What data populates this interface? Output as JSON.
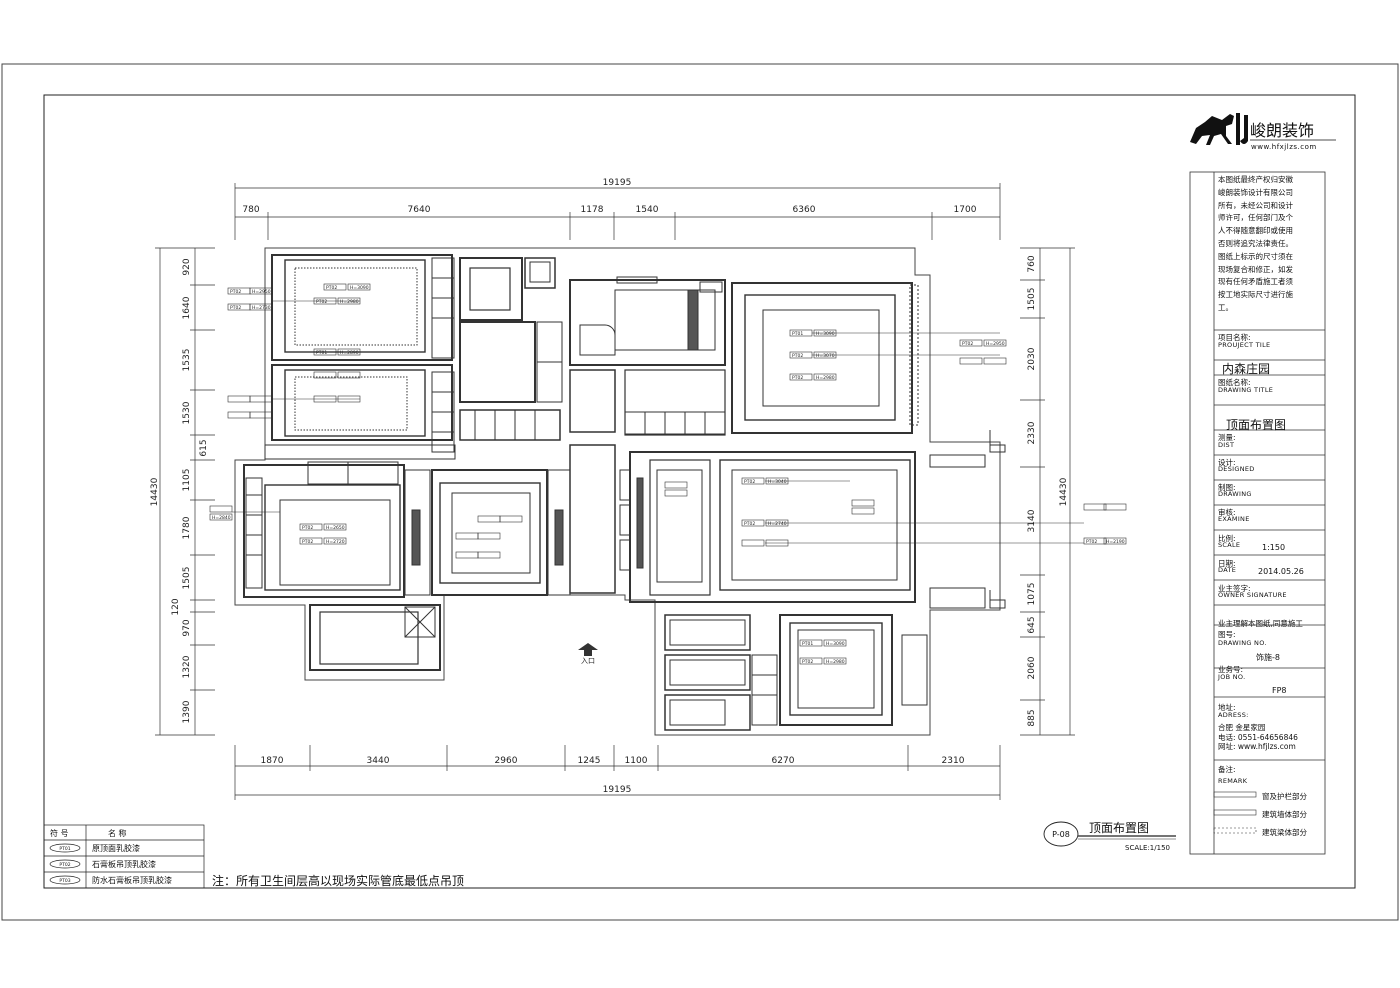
{
  "logo": {
    "brand_cn": "峻朗装饰",
    "website": "www.hfxjlzs.com"
  },
  "copyright_note": [
    "本图纸最终产权归安徽",
    "峻朗装饰设计有限公司",
    "所有，未经公司和设计",
    "师许可，任何部门及个",
    "人不得随意翻印或使用",
    "否则将追究法律责任。",
    "图纸上标示的尺寸须在",
    "现场复合和修正，如发",
    "现有任何矛盾施工者须",
    "按工地实际尺寸进行施",
    "工。"
  ],
  "title_block": {
    "project_label_cn": "项目名称:",
    "project_label_en": "PROUJECT TILE",
    "project_value": "内森庄园",
    "drawing_label_cn": "图纸名称:",
    "drawing_label_en": "DRAWING TITLE",
    "drawing_value": "顶面布置图",
    "survey_cn": "测量:",
    "survey_en": "DIST",
    "design_cn": "设计:",
    "design_en": "DESIGNED",
    "draw_cn": "制图:",
    "draw_en": "DRAWING",
    "review_cn": "审核:",
    "review_en": "EXAMINE",
    "scale_cn": "比例:",
    "scale_en": "SCALE",
    "scale_value": "1:150",
    "date_cn": "日期:",
    "date_en": "DATE",
    "date_value": "2014.05.26",
    "owner_cn": "业主签字:",
    "owner_en": "OWNER SIGNATURE",
    "owner_note": "业主理解本图纸,同意施工",
    "drawing_no_cn": "图号:",
    "drawing_no_en": "DRAWING NO.",
    "drawing_no_value": "饰施-8",
    "job_cn": "业务号:",
    "job_en": "JOB NO.",
    "job_value": "FP8",
    "address_cn": "地址:",
    "address_en": "ADRESS:",
    "address_value": "合肥 金星家园",
    "phone": "电话: 0551-64656846",
    "web": "网址: www.hfjlzs.com",
    "remark_cn": "备注:",
    "remark_en": "REMARK",
    "legend": [
      "窗及护栏部分",
      "建筑墙体部分",
      "建筑梁体部分"
    ]
  },
  "drawing_label": {
    "code": "P-08",
    "title": "顶面布置图",
    "scale": "SCALE:1/150"
  },
  "dimensions": {
    "top_total": "19195",
    "top": [
      "780",
      "7640",
      "1178",
      "1540",
      "6360",
      "1700"
    ],
    "bottom": [
      "1870",
      "3440",
      "2960",
      "1245",
      "1100",
      "6270",
      "2310"
    ],
    "bottom_total": "19195",
    "left": [
      "920",
      "1640",
      "1535",
      "1530",
      "615",
      "1105",
      "1780",
      "1505",
      "120",
      "970",
      "1320",
      "1390"
    ],
    "left_total": "14430",
    "right": [
      "760",
      "1505",
      "2030",
      "2330",
      "3140",
      "1075",
      "645",
      "2060",
      "885"
    ],
    "right_total": "14430"
  },
  "entrance": "入口",
  "ceiling_tags": [
    "PT01",
    "PT02",
    "PT03"
  ],
  "heights": [
    "H=3090",
    "H=2980",
    "H=2890",
    "H=2950",
    "H=2730",
    "H=2500",
    "H=2600",
    "H=2650",
    "H=2660",
    "H=2740",
    "H=3040",
    "H=2720",
    "H=3050",
    "H=2680",
    "H=3070",
    "H=3010",
    "H=2190",
    "H=2840",
    "H=3600"
  ],
  "legend_table": {
    "header": [
      "符 号",
      "名 称"
    ],
    "rows": [
      {
        "code": "PT01",
        "name": "原顶面乳胶漆"
      },
      {
        "code": "PT02",
        "name": "石膏板吊顶乳胶漆"
      },
      {
        "code": "PT03",
        "name": "防水石膏板吊顶乳胶漆"
      }
    ]
  },
  "note": "注：所有卫生间层高以现场实际管底最低点吊顶"
}
